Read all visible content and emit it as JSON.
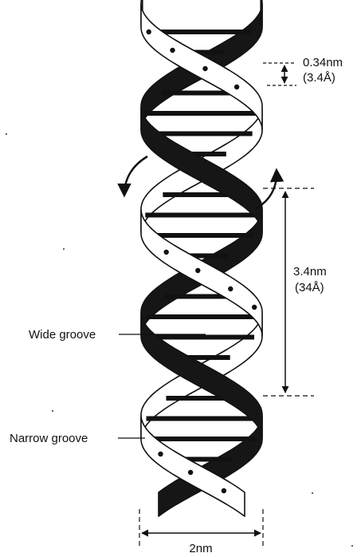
{
  "labels": {
    "base_pair_spacing": "0.34nm",
    "base_pair_spacing_angstrom": "(3.4Å)",
    "helix_pitch": "3.4nm",
    "helix_pitch_angstrom": "(34Å)",
    "wide_groove": "Wide groove",
    "narrow_groove": "Narrow groove",
    "helix_width": "2nm"
  },
  "colors": {
    "ink": "#111111",
    "light_strand": "#ffffff",
    "dark_strand": "#161616"
  },
  "icons": {
    "rotation_arrows": "curved-arrow-icon",
    "dimension_arrows": "double-arrow-icon"
  }
}
